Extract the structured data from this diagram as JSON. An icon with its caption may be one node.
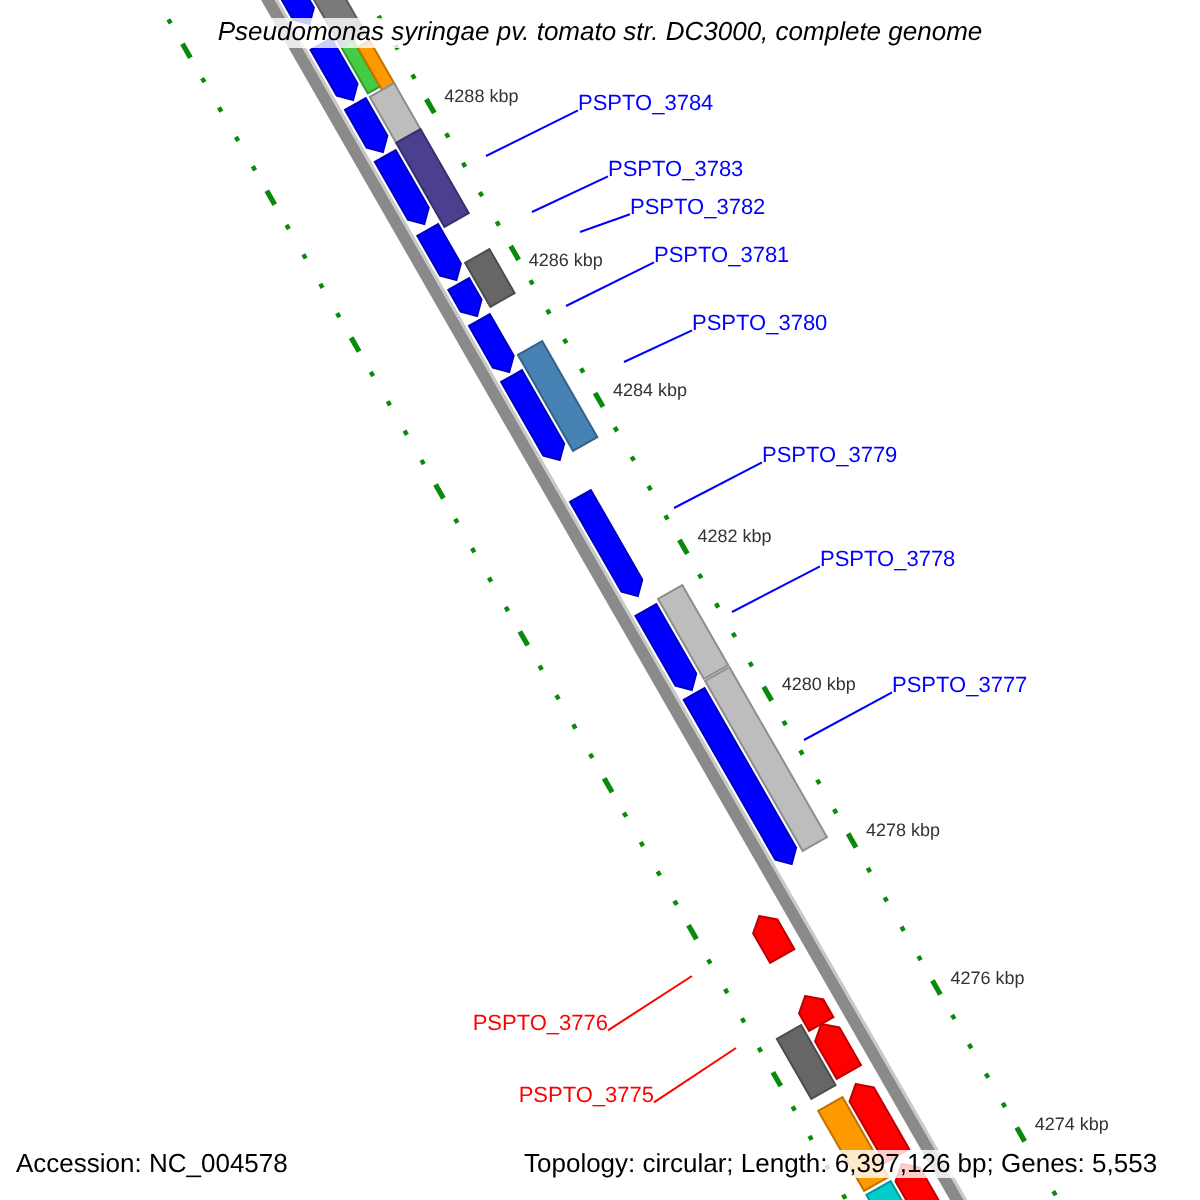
{
  "diagram": {
    "title": "Pseudomonas syringae pv. tomato str. DC3000, complete genome",
    "nodes": [
      {
        "text": [
          "PSPTO_3784"
        ]
      },
      {
        "text": [
          "PSPTO_3783"
        ]
      },
      {
        "text": [
          "PSPTO_3782"
        ]
      },
      {
        "text": [
          "PSPTO_3781"
        ]
      },
      {
        "text": [
          "PSPTO_3780"
        ]
      },
      {
        "text": [
          "PSPTO_3779"
        ]
      },
      {
        "text": [
          "PSPTO_3778"
        ]
      },
      {
        "text": [
          "PSPTO_3777"
        ]
      },
      {
        "text": [
          "PSPTO_3776"
        ]
      },
      {
        "text": [
          "PSPTO_3775"
        ]
      }
    ],
    "edges": [
      {
        "from": 0,
        "to": null,
        "arrow": "none"
      },
      {
        "from": 1,
        "to": null,
        "arrow": "none"
      },
      {
        "from": 2,
        "to": null,
        "arrow": "none"
      },
      {
        "from": 3,
        "to": null,
        "arrow": "none"
      },
      {
        "from": 4,
        "to": null,
        "arrow": "none"
      },
      {
        "from": 5,
        "to": null,
        "arrow": "none"
      },
      {
        "from": 6,
        "to": null,
        "arrow": "none"
      },
      {
        "from": 7,
        "to": null,
        "arrow": "none"
      },
      {
        "from": 8,
        "to": null,
        "arrow": "none",
        "color": "#ff0000"
      },
      {
        "from": 9,
        "to": null,
        "arrow": "none",
        "color": "#ff0000"
      }
    ],
    "labels": [
      "4288 kbp",
      "4286 kbp",
      "4284 kbp",
      "4282 kbp",
      "4280 kbp",
      "4278 kbp",
      "4276 kbp",
      "4274 kbp",
      "Accession: NC_004578",
      "Topology: circular; Length: 6,397,126 bp; Genes: 5,553"
    ]
  }
}
